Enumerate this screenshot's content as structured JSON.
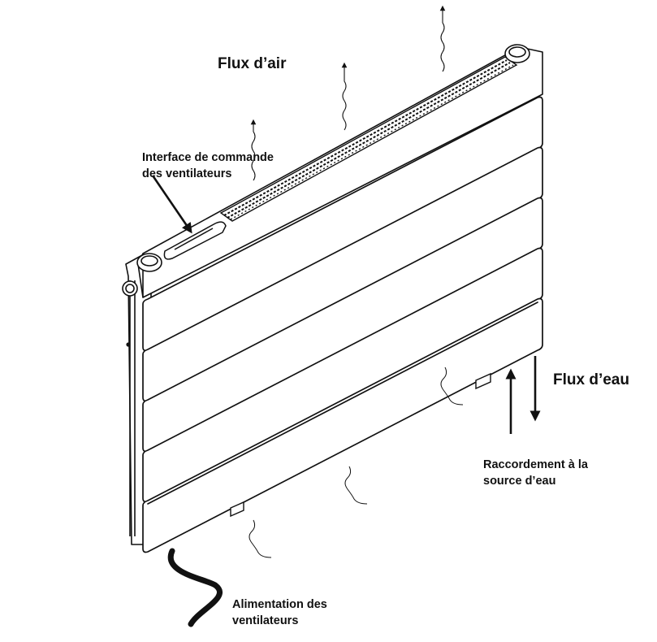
{
  "labels": {
    "air_flow": "Flux d’air",
    "water_flow": "Flux d’eau",
    "control_interface": [
      "Interface de commande",
      "des ventilateurs"
    ],
    "water_connection": [
      "Raccordement à la",
      "source d’eau"
    ],
    "fan_power": [
      "Alimentation des",
      "ventilateurs"
    ]
  },
  "colors": {
    "line": "#111111",
    "background": "#ffffff"
  },
  "panel_count": 6
}
